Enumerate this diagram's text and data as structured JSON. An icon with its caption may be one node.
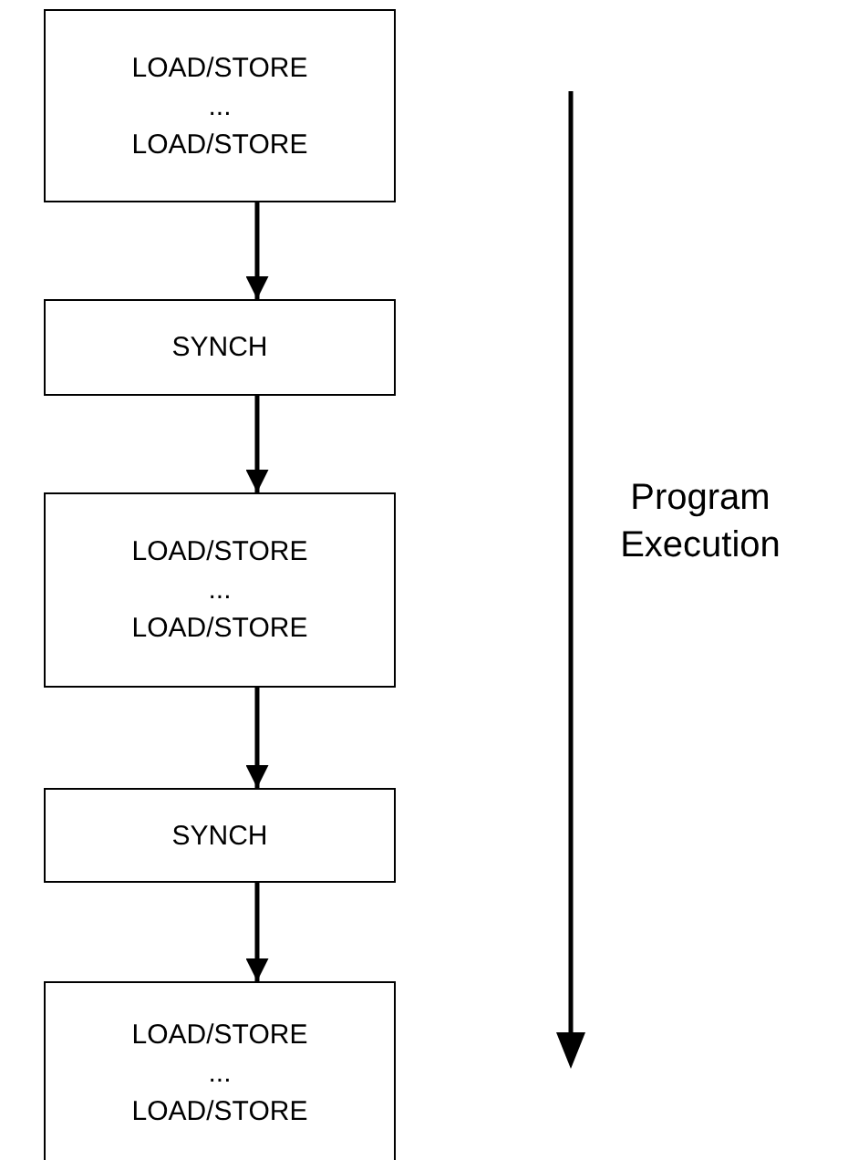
{
  "diagram": {
    "nodes": [
      {
        "text": [
          "LOAD/STORE",
          "...",
          "LOAD/STORE"
        ]
      },
      {
        "text": [
          "SYNCH"
        ]
      },
      {
        "text": [
          "LOAD/STORE",
          "...",
          "LOAD/STORE"
        ]
      },
      {
        "text": [
          "SYNCH"
        ]
      },
      {
        "text": [
          "LOAD/STORE",
          "...",
          "LOAD/STORE"
        ]
      }
    ],
    "edges": [
      {
        "from": 0,
        "to": 1,
        "arrow": "to"
      },
      {
        "from": 1,
        "to": 2,
        "arrow": "to"
      },
      {
        "from": 2,
        "to": 3,
        "arrow": "to"
      },
      {
        "from": 3,
        "to": 4,
        "arrow": "to"
      }
    ],
    "labels": [
      "Program Execution"
    ]
  }
}
